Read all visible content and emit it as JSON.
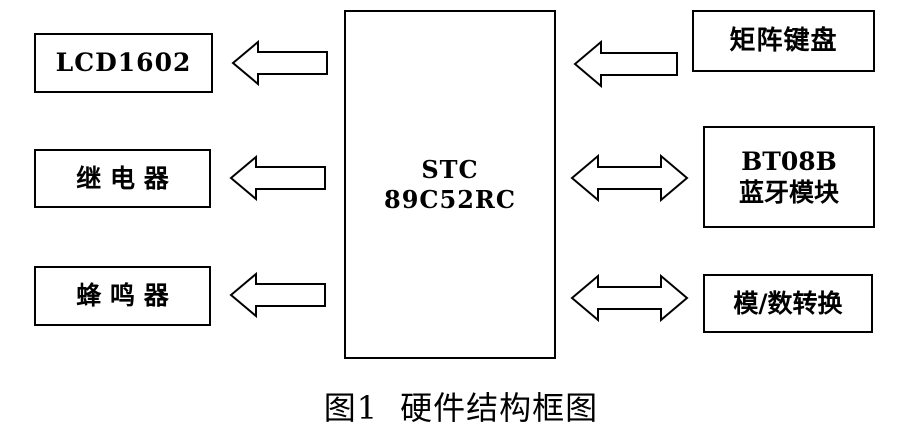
{
  "mcu": {
    "line1": "STC",
    "line2": "89C52RC"
  },
  "left_blocks": [
    {
      "label": "LCD1602"
    },
    {
      "label": "继 电 器"
    },
    {
      "label": "蜂 鸣 器"
    }
  ],
  "right_blocks": [
    {
      "label": "矩阵键盘"
    },
    {
      "line1": "BT08B",
      "line2": "蓝牙模块"
    },
    {
      "label": "模/数转换"
    }
  ],
  "caption": {
    "number": "图1",
    "title": "硬件结构框图"
  }
}
